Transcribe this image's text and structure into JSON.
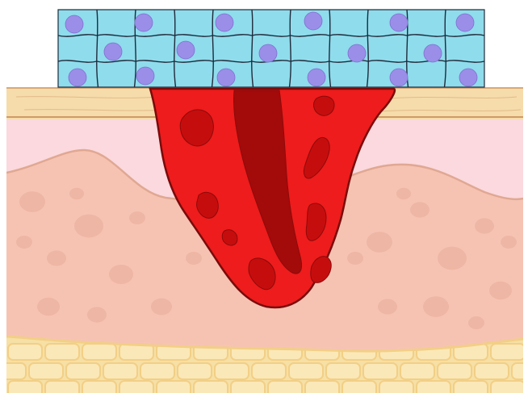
{
  "diagram": {
    "kind": "skin-wound-cross-section",
    "colors": {
      "background": "#ffffff",
      "cell_layer": "#8fdcec",
      "cell_grid_line": "#1f2a3a",
      "cell_nucleus": "#9b8ee8",
      "epidermis_band": "#f6dcab",
      "epidermis_edge": "#cf9a68",
      "upper_dermis": "#fbd9de",
      "lower_dermis": "#f6c3b3",
      "dermis_wave_line": "#e0a892",
      "dermis_spots": "#e8ab98",
      "fat_layer": "#f6e0a6",
      "fat_cell_fill": "#fbe8b8",
      "fat_cell_outline": "#f2cf86",
      "wound": "#ee1c1c",
      "wound_outline": "#7a0b0b",
      "wound_dark": "#c60d0d",
      "wound_darkest": "#a30a0a"
    },
    "layers": [
      "cell-scaffold",
      "epidermis",
      "upper-dermis",
      "lower-dermis",
      "subcutaneous-fat",
      "wound"
    ]
  }
}
